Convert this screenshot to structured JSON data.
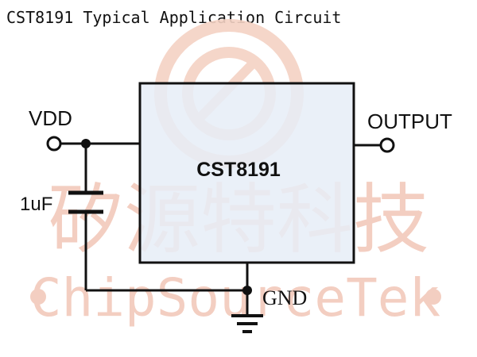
{
  "title": "CST8191 Typical Application Circuit",
  "chip": {
    "label": "CST8191"
  },
  "pins": {
    "vdd": "VDD",
    "output": "OUTPUT",
    "gnd": "GND"
  },
  "capacitor": {
    "value": "1uF"
  },
  "watermark": {
    "cn_text": "矽源特科技",
    "en_text": "ChipSourceTek"
  },
  "colors": {
    "chip_fill": "#e6edf7",
    "wire": "#111111",
    "watermark": "#f2c9bb"
  }
}
